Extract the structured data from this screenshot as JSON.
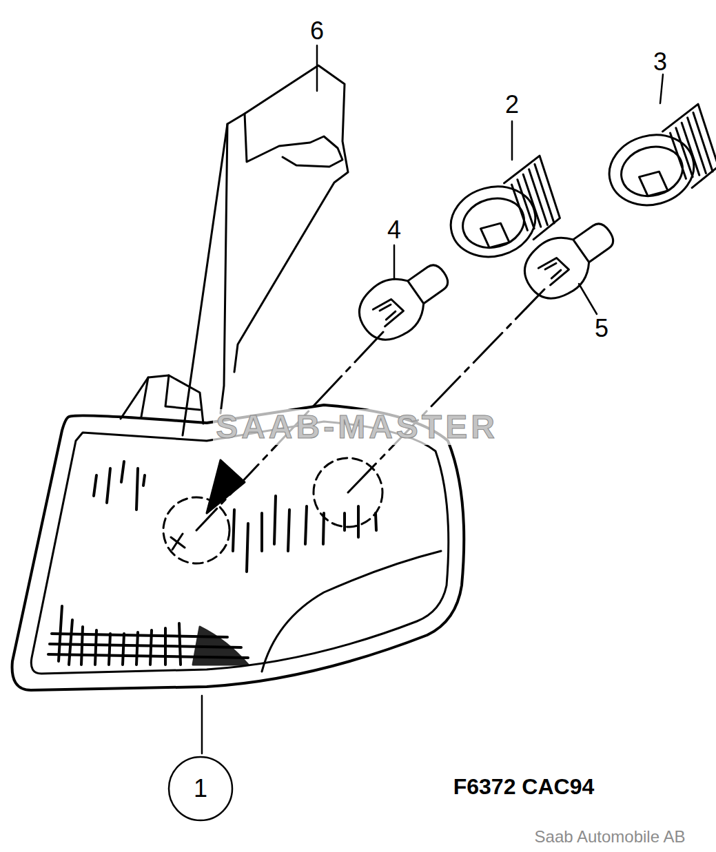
{
  "diagram": {
    "nodes": [
      {
        "text": [
          "1"
        ]
      }
    ],
    "labels": [
      "6",
      "2",
      "3",
      "4",
      "5",
      "SAAB-MASTER",
      "F6372 CAC94",
      "Saab Automobile AB"
    ]
  }
}
